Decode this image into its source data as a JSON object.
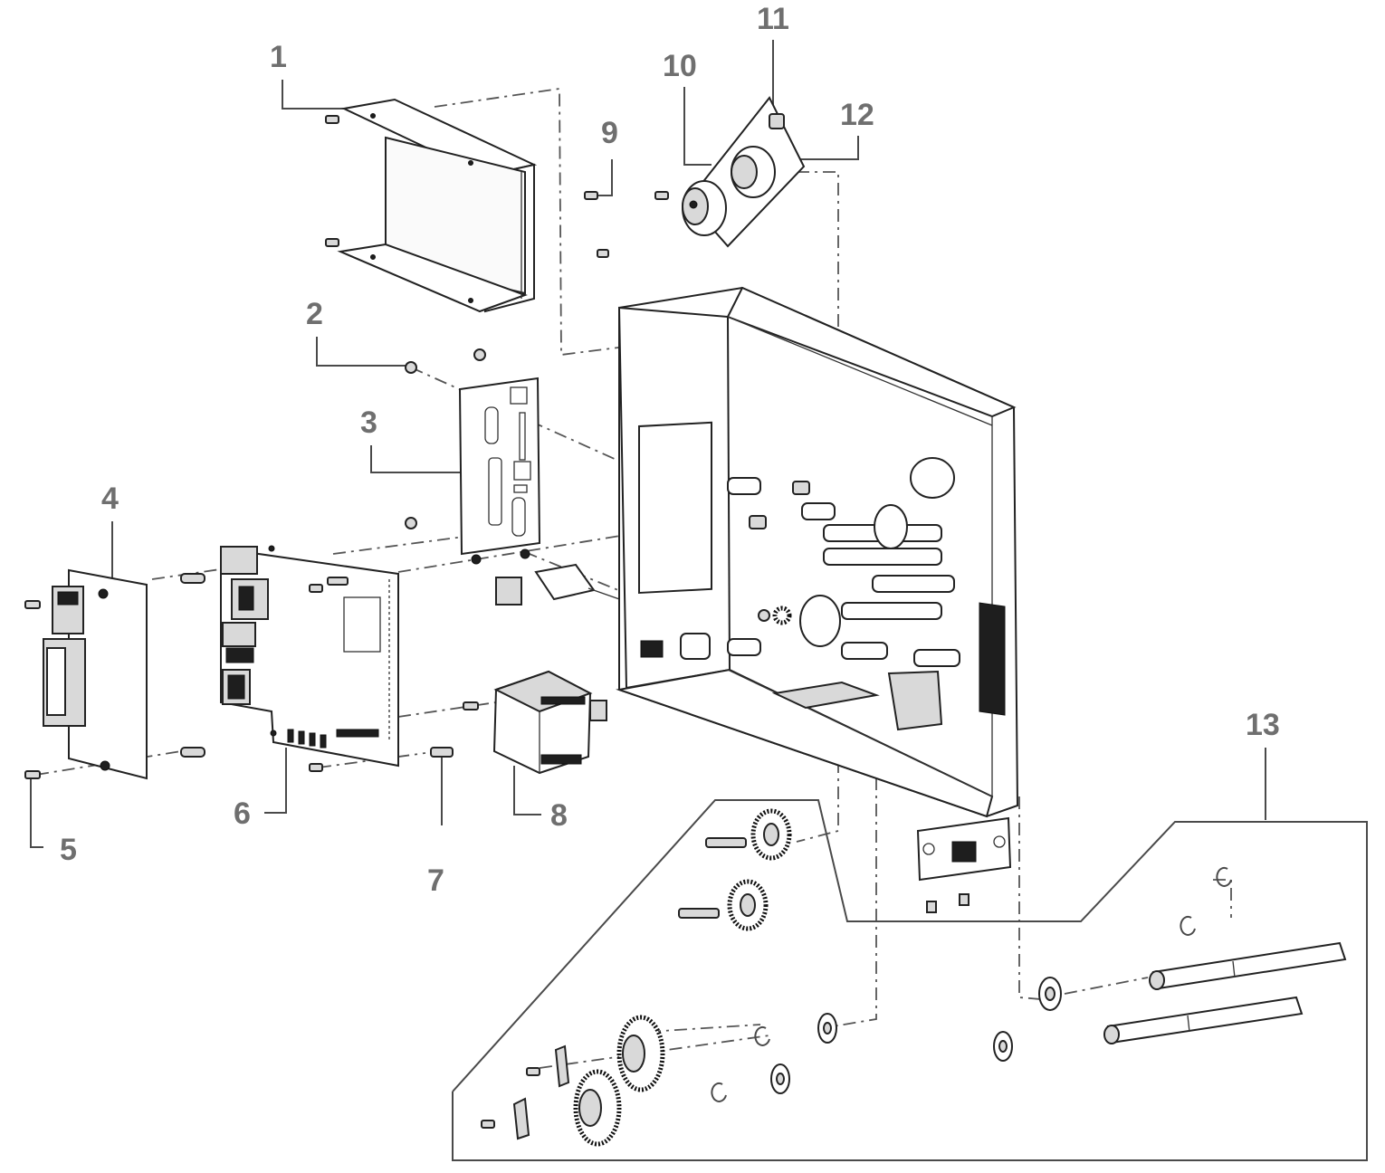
{
  "diagram": {
    "callouts": [
      {
        "id": "1",
        "text": "1"
      },
      {
        "id": "2",
        "text": "2"
      },
      {
        "id": "3",
        "text": "3"
      },
      {
        "id": "4",
        "text": "4"
      },
      {
        "id": "5",
        "text": "5"
      },
      {
        "id": "6",
        "text": "6"
      },
      {
        "id": "7",
        "text": "7"
      },
      {
        "id": "8",
        "text": "8"
      },
      {
        "id": "9",
        "text": "9"
      },
      {
        "id": "10",
        "text": "10"
      },
      {
        "id": "11",
        "text": "11"
      },
      {
        "id": "12",
        "text": "12"
      },
      {
        "id": "13",
        "text": "13"
      }
    ],
    "colors": {
      "label": "#6f6f6f",
      "line": "#4a4a4a",
      "part_outline": "#222222",
      "part_fill": "#ffffff",
      "shade": "#d9d9d9"
    }
  }
}
